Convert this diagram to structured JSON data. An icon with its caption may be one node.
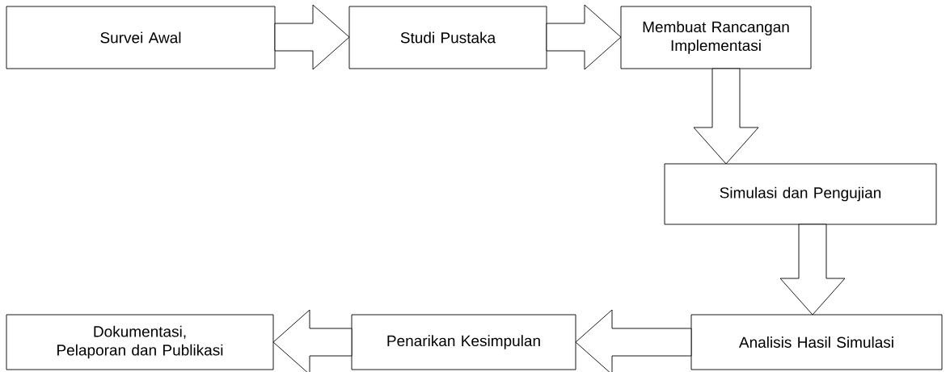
{
  "diagram": {
    "nodes": [
      {
        "text": [
          "Survei Awal"
        ]
      },
      {
        "text": [
          "Studi Pustaka"
        ]
      },
      {
        "text": [
          "Membuat Rancangan Implementasi"
        ]
      },
      {
        "text": [
          "Simulasi dan Pengujian"
        ]
      },
      {
        "text": [
          "Analisis Hasil Simulasi"
        ]
      },
      {
        "text": [
          "Penarikan Kesimpulan"
        ]
      },
      {
        "text": [
          "Dokumentasi, Pelaporan dan Publikasi"
        ]
      }
    ],
    "edges": [
      {
        "from": 0,
        "to": 1,
        "arrow": "to"
      },
      {
        "from": 1,
        "to": 2,
        "arrow": "to"
      },
      {
        "from": 2,
        "to": 3,
        "arrow": "to"
      },
      {
        "from": 3,
        "to": 4,
        "arrow": "to"
      },
      {
        "from": 4,
        "to": 5,
        "arrow": "to"
      },
      {
        "from": 5,
        "to": 6,
        "arrow": "to"
      }
    ]
  }
}
